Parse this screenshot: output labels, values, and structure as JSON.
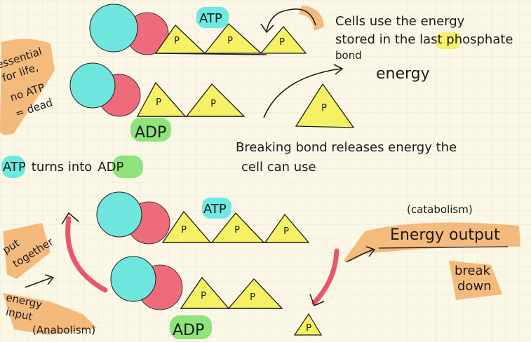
{
  "colors": {
    "paper": "#fbf7e6",
    "grid": "#e9e4cf",
    "adenine": "#6fe6dd",
    "ribose": "#ee6b7b",
    "phosphate": "#f6f064",
    "highlight_cyan": "#55e6e0",
    "highlight_green": "#7be06a",
    "highlight_orange": "#f3b06a",
    "highlight_yellow": "#f3ee5a",
    "arrow_pink": "#e9566c",
    "ink": "#1b1b1b"
  },
  "molecules": {
    "atp_top_label": "ATP",
    "adp_top_label": "ADP",
    "atp_bottom_label": "ATP",
    "adp_bottom_label": "ADP",
    "phosphate_label": "P"
  },
  "notes": {
    "essential_line1": "essential",
    "essential_line2": "for life,",
    "essential_line3": "no ATP",
    "essential_line4": "= dead",
    "cells_line1": "Cells use the energy",
    "cells_line2_pre": "stored in the ",
    "cells_line2_highlight": "last",
    "cells_line2_post": " phosphate",
    "cells_line3": "bond",
    "energy": "energy",
    "breaking_line1": "Breaking bond releases energy the",
    "breaking_line2": "cell can use",
    "atp_turns_pre": "ATP",
    "atp_turns_mid": "turns into",
    "atp_turns_post": "ADP",
    "put_together_line1": "put",
    "put_together_line2": "together",
    "energy_input_line1": "energy",
    "energy_input_line2": "input",
    "anabolism": "(Anabolism)",
    "catabolism": "(catabolism)",
    "energy_output": "Energy output",
    "break_down_line1": "break",
    "break_down_line2": "down"
  }
}
